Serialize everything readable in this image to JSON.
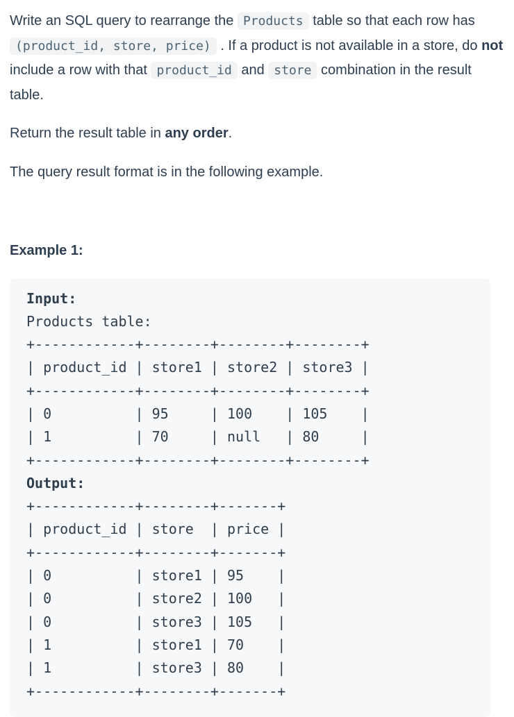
{
  "colors": {
    "body_text": "#2d3e50",
    "inline_code_text": "#4c6373",
    "inline_code_bg": "#f2f3f5",
    "code_block_bg": "#f7f8fa",
    "code_block_text": "#2f3e4c",
    "page_bg": "#ffffff"
  },
  "p1": {
    "s1": "Write an SQL query to rearrange the ",
    "c1": "Products",
    "s2": " table so that each row has ",
    "c2": "(product_id, store, price)",
    "s3": " . If a product is not available in a store, do ",
    "b1": "not",
    "s4": " include a row with that ",
    "c3": "product_id",
    "s5": " and ",
    "c4": "store",
    "s6": " combination in the result table."
  },
  "p2": {
    "s1": "Return the result table in ",
    "b1": "any order",
    "s2": "."
  },
  "p3": {
    "s1": "The query result format is in the following example."
  },
  "example": {
    "heading": "Example 1:"
  },
  "code_block": {
    "input_label": "Input:",
    "input_table_title": "Products table:",
    "input_lines": [
      "+------------+--------+--------+--------+",
      "| product_id | store1 | store2 | store3 |",
      "+------------+--------+--------+--------+",
      "| 0          | 95     | 100    | 105    |",
      "| 1          | 70     | null   | 80     |",
      "+------------+--------+--------+--------+"
    ],
    "output_label": "Output:",
    "output_lines": [
      "+------------+--------+-------+",
      "| product_id | store  | price |",
      "+------------+--------+-------+",
      "| 0          | store1 | 95    |",
      "| 0          | store2 | 100   |",
      "| 0          | store3 | 105   |",
      "| 1          | store1 | 70    |",
      "| 1          | store3 | 80    |",
      "+------------+--------+-------+"
    ],
    "input_table": {
      "columns": [
        "product_id",
        "store1",
        "store2",
        "store3"
      ],
      "rows": [
        [
          "0",
          "95",
          "100",
          "105"
        ],
        [
          "1",
          "70",
          "null",
          "80"
        ]
      ]
    },
    "output_table": {
      "columns": [
        "product_id",
        "store",
        "price"
      ],
      "rows": [
        [
          "0",
          "store1",
          "95"
        ],
        [
          "0",
          "store2",
          "100"
        ],
        [
          "0",
          "store3",
          "105"
        ],
        [
          "1",
          "store1",
          "70"
        ],
        [
          "1",
          "store3",
          "80"
        ]
      ]
    }
  }
}
